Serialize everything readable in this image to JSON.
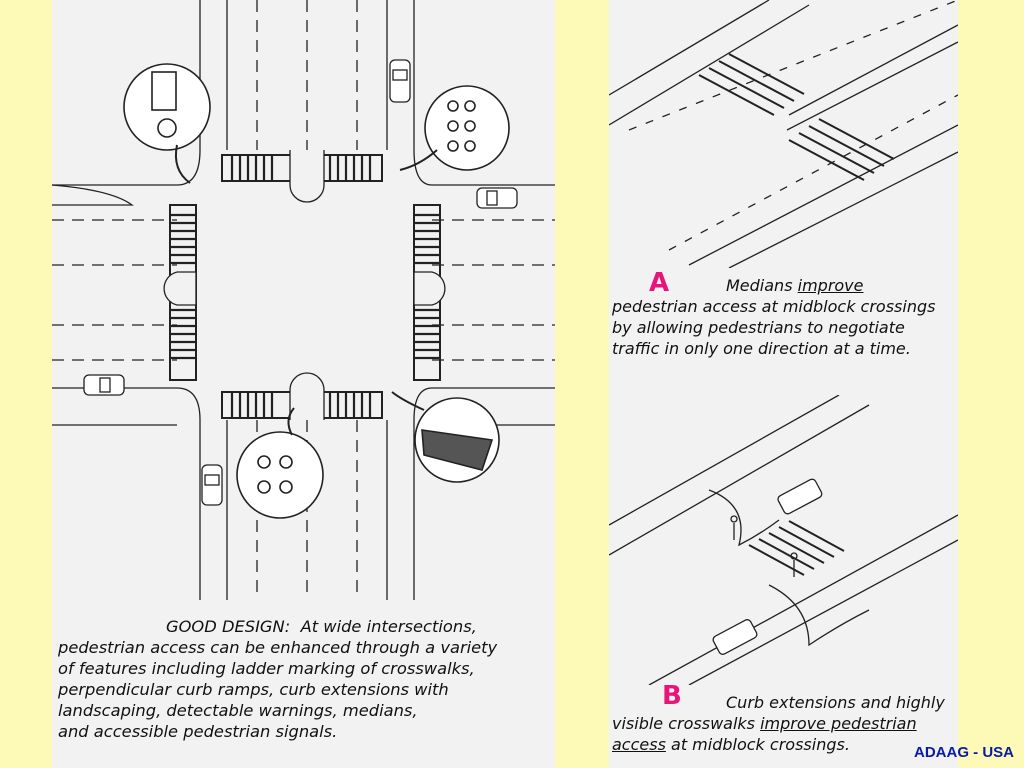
{
  "left_figure": {
    "heading": "GOOD DESIGN:",
    "caption_lines": [
      "At wide intersections,",
      "pedestrian access can be enhanced through a variety",
      "of features including ladder marking of crosswalks,",
      "perpendicular curb ramps, curb extensions with",
      "landscaping, detectable warnings, medians,",
      "and accessible pedestrian signals."
    ]
  },
  "figure_a": {
    "letter": "A",
    "caption_before": "Medians",
    "caption_underlined": "improve",
    "caption_line2": "pedestrian access at midblock crossings",
    "caption_line3": "by allowing pedestrians to negotiate",
    "caption_line4": "traffic in only one direction at a time."
  },
  "figure_b": {
    "letter": "B",
    "caption_line1": "Curb extensions and highly",
    "caption_line2_plain": "visible crosswalks",
    "caption_line2_underlined": "improve pedestrian",
    "caption_line3_underlined": "access",
    "caption_line3_plain": "at midblock crossings."
  },
  "credit": "ADAAG - USA",
  "colors": {
    "page_background": "#fdf9b6",
    "panel_background": "#f2f2f2",
    "letter_color": "#e8147a",
    "credit_color": "#0a1aa8"
  }
}
